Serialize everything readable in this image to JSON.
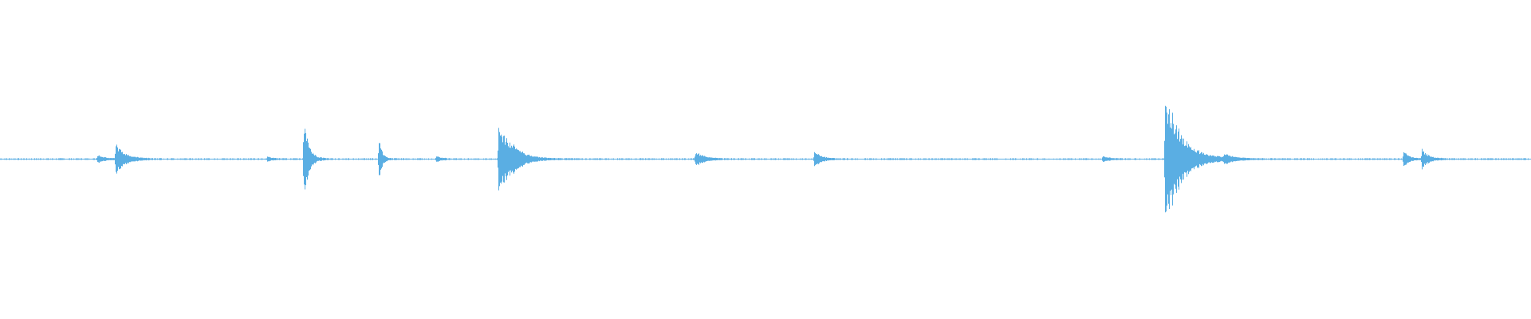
{
  "waveform": {
    "color": "#5aaee3",
    "background": "#ffffff",
    "duration_fraction_events": [
      {
        "pos": 0.0636,
        "amp": 0.06,
        "decay": 0.004
      },
      {
        "pos": 0.0755,
        "amp": 0.21,
        "decay": 0.006
      },
      {
        "pos": 0.1745,
        "amp": 0.03,
        "decay": 0.003
      },
      {
        "pos": 0.1982,
        "amp": 0.6,
        "decay": 0.003
      },
      {
        "pos": 0.2474,
        "amp": 0.29,
        "decay": 0.002
      },
      {
        "pos": 0.2849,
        "amp": 0.04,
        "decay": 0.003
      },
      {
        "pos": 0.3255,
        "amp": 0.56,
        "decay": 0.008
      },
      {
        "pos": 0.3349,
        "amp": 0.05,
        "decay": 0.005
      },
      {
        "pos": 0.4542,
        "amp": 0.11,
        "decay": 0.005
      },
      {
        "pos": 0.5318,
        "amp": 0.11,
        "decay": 0.004
      },
      {
        "pos": 0.7203,
        "amp": 0.05,
        "decay": 0.003
      },
      {
        "pos": 0.7609,
        "amp": 1.0,
        "decay": 0.01
      },
      {
        "pos": 0.7995,
        "amp": 0.06,
        "decay": 0.005
      },
      {
        "pos": 0.9167,
        "amp": 0.13,
        "decay": 0.003
      },
      {
        "pos": 0.9286,
        "amp": 0.13,
        "decay": 0.004
      }
    ]
  }
}
